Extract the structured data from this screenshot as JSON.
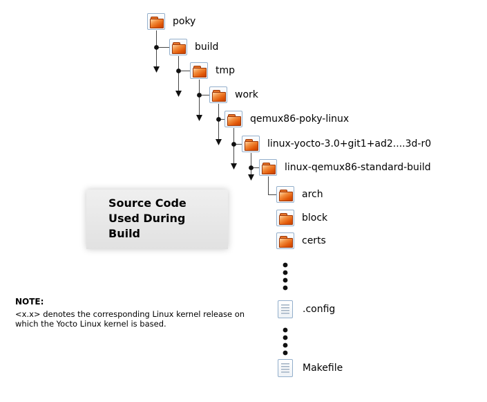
{
  "diagram": {
    "nodes": [
      {
        "label": "poky",
        "icon": "folder-icon"
      },
      {
        "label": "build",
        "icon": "folder-icon"
      },
      {
        "label": "tmp",
        "icon": "folder-icon"
      },
      {
        "label": "work",
        "icon": "folder-icon"
      },
      {
        "label": "qemux86-poky-linux",
        "icon": "folder-icon"
      },
      {
        "label": "linux-yocto-3.0+git1+ad2....3d-r0",
        "icon": "folder-icon"
      },
      {
        "label": "linux-qemux86-standard-build",
        "icon": "folder-icon"
      },
      {
        "label": "arch",
        "icon": "folder-icon"
      },
      {
        "label": "block",
        "icon": "folder-icon"
      },
      {
        "label": "certs",
        "icon": "folder-icon"
      },
      {
        "label": ".config",
        "icon": "file-icon"
      },
      {
        "label": "Makefile",
        "icon": "file-icon"
      }
    ],
    "callout": {
      "lines": [
        "Source Code",
        "Used During",
        "Build"
      ]
    },
    "note": {
      "heading": "NOTE:",
      "body_lines": [
        "<x.x> denotes the corresponding Linux kernel release on",
        "which the Yocto Linux kernel is based."
      ]
    },
    "colors": {
      "folder_orange": "#e8681c",
      "icon_frame_blue": "#92aecb",
      "connector": "#444444",
      "dot_black": "#111111",
      "callout_gray": "#e8e8e8"
    }
  }
}
